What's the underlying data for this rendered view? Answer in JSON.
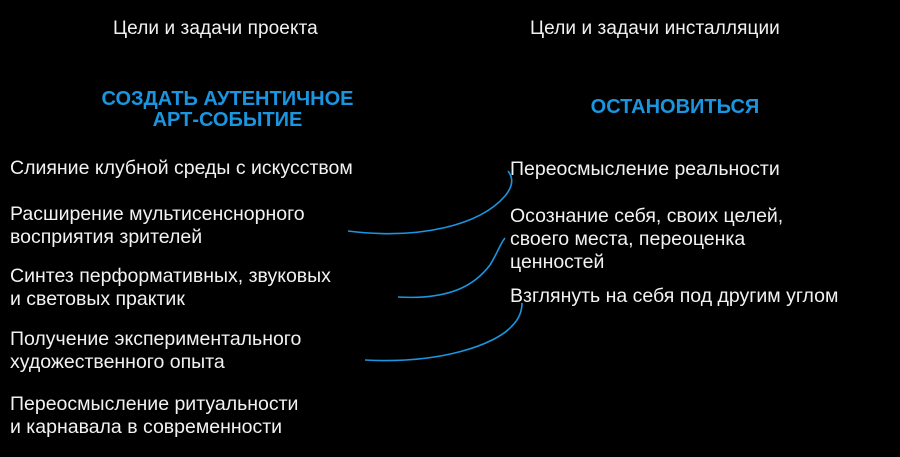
{
  "left": {
    "title": "Цели и задачи проекта",
    "headline": "СОЗДАТЬ АУТЕНТИЧНОЕ\nАРТ-СОБЫТИЕ",
    "items": [
      "Слияние клубной среды с искусством",
      "Расширение мультисенснорного\nвосприятия зрителей",
      "Синтез перформативных, звуковых\nи световых практик",
      "Получение экспериментального\nхудожественного опыта",
      "Переосмысление ритуальности\nи карнавала в современности"
    ]
  },
  "right": {
    "title": "Цели и задачи инсталляции",
    "headline": "ОСТАНОВИТЬСЯ",
    "items": [
      "Переосмысление реальности",
      "Осознание себя, своих целей,\nсвоего места, переоценка\nценностей",
      "Взглянуть на себя под другим углом"
    ]
  },
  "colors": {
    "background": "#000000",
    "text": "#f2f2f2",
    "accent": "#1a95e0"
  }
}
